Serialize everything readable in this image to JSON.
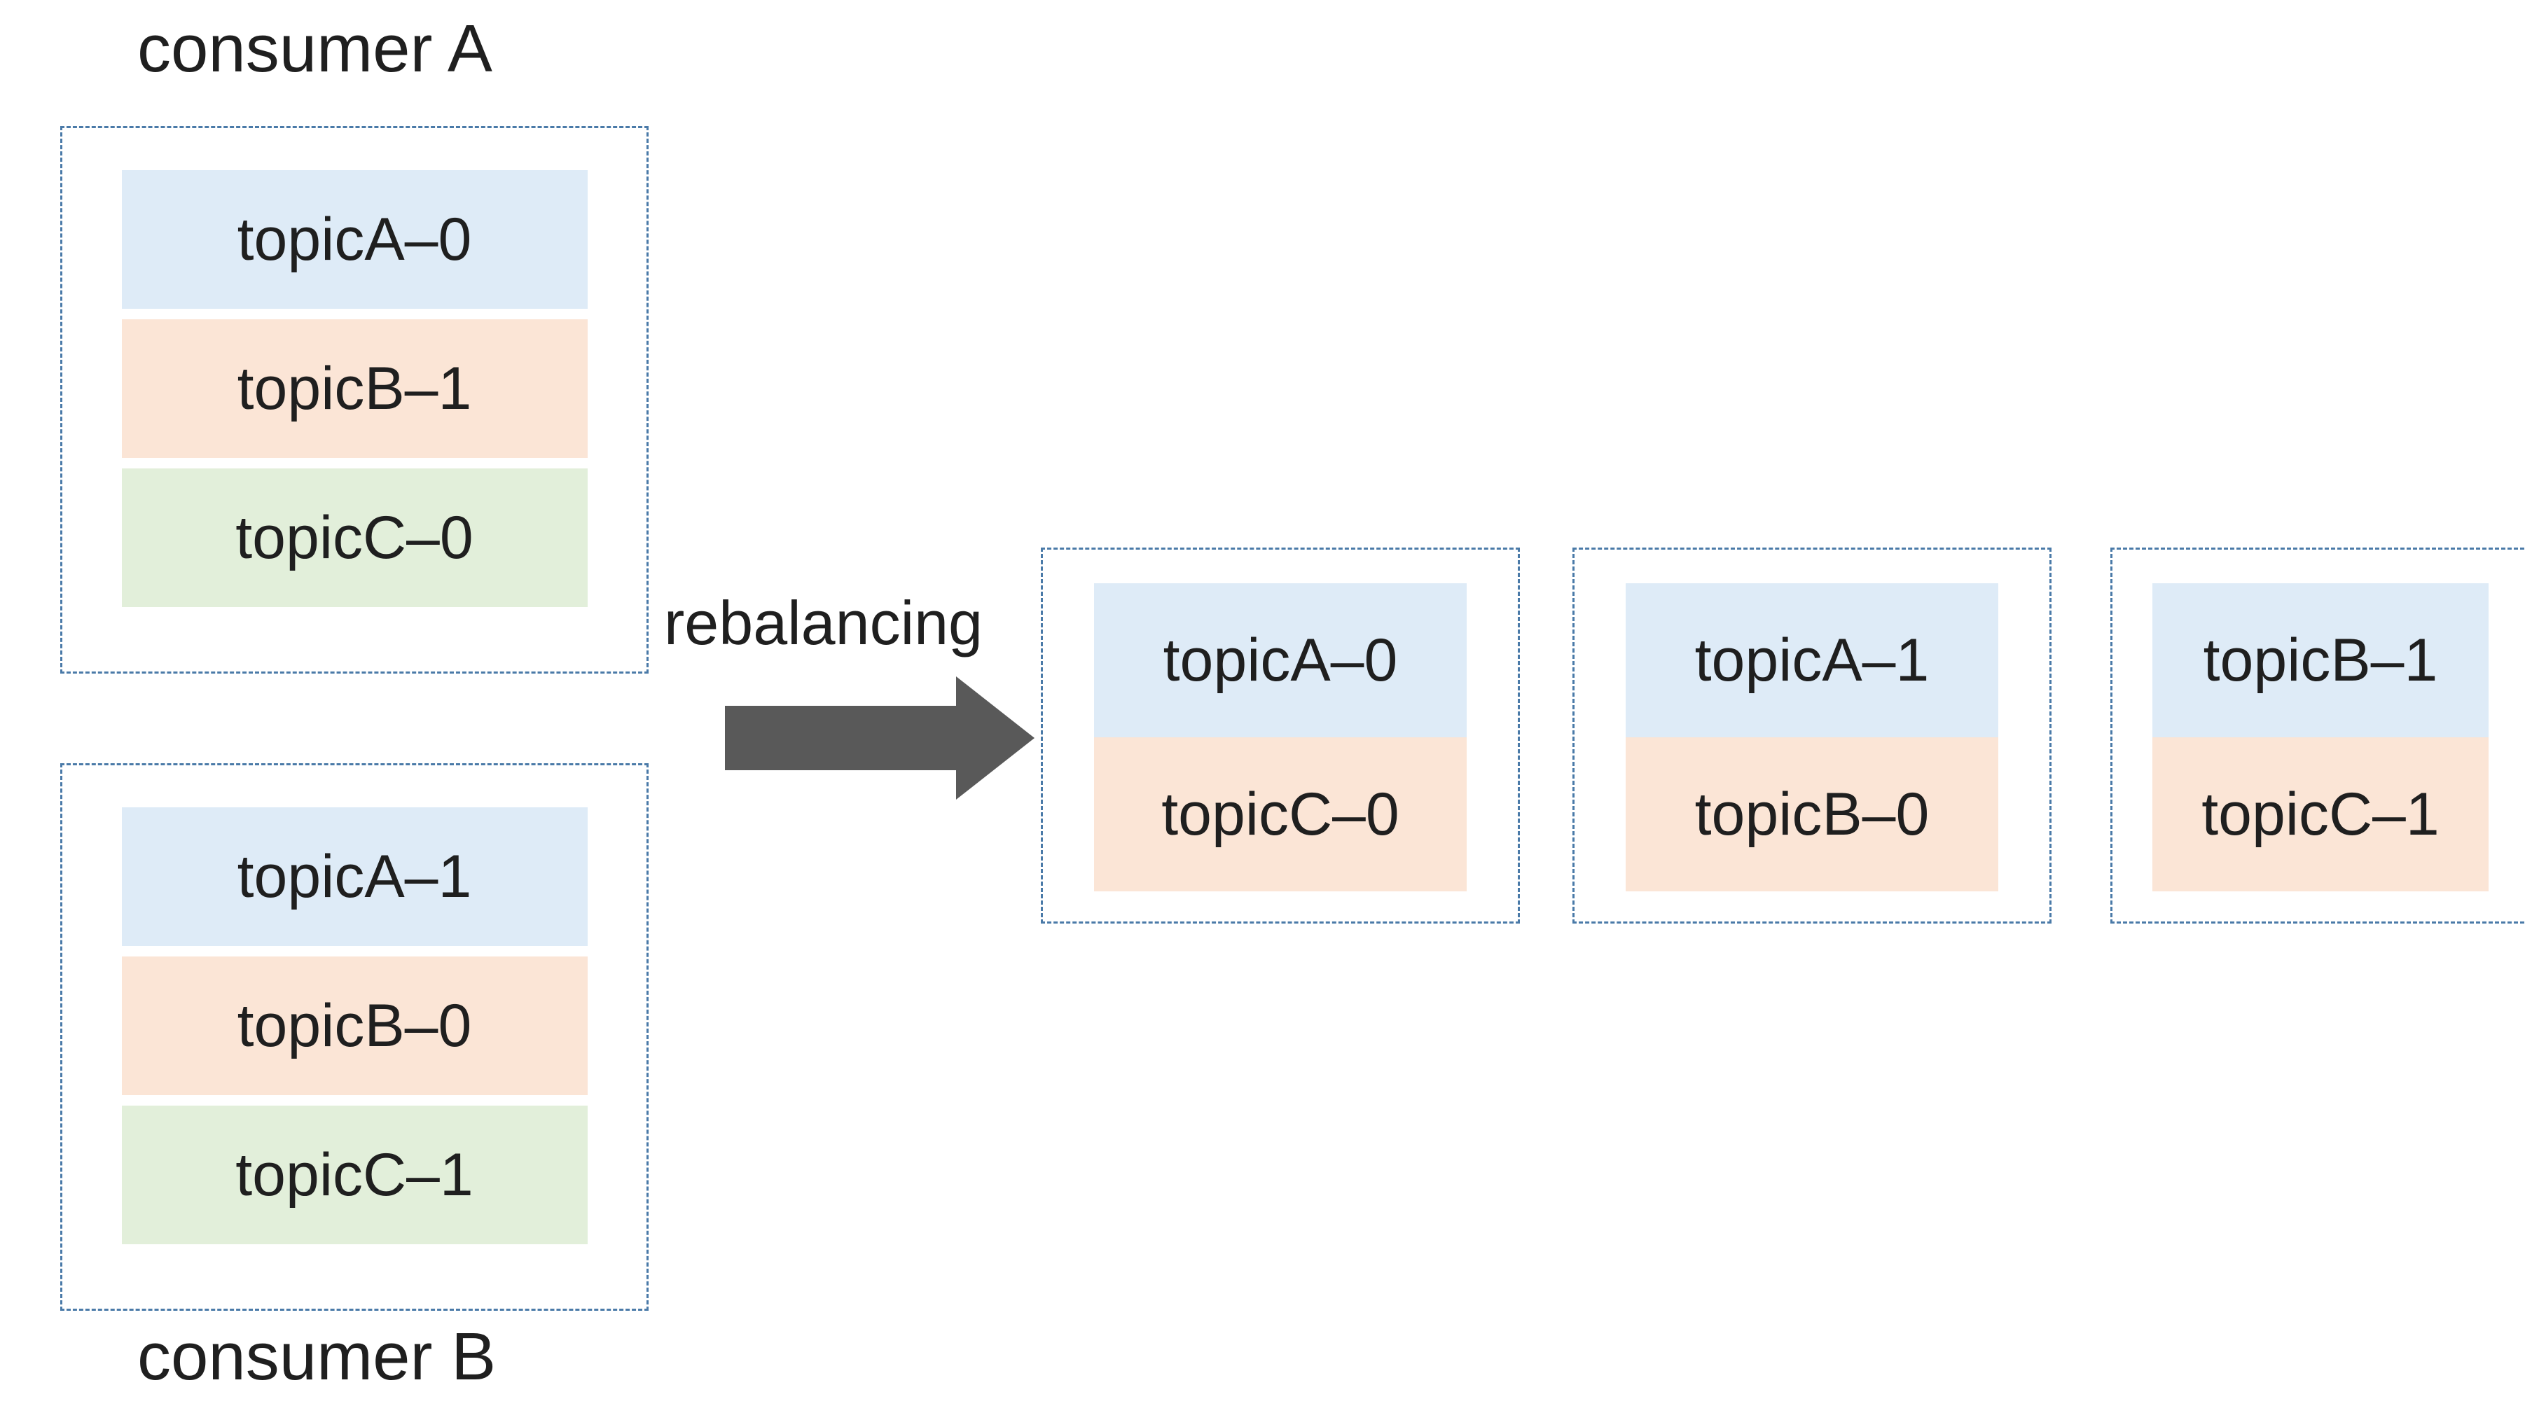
{
  "colors": {
    "text": "#1f1f1f",
    "box-border": "#4a7aa8",
    "arrow-gray": "#595959",
    "partition-blue": "#deebf7",
    "partition-orange": "#fbe5d6",
    "partition-green": "#e2efda"
  },
  "before": {
    "consumer_a": {
      "label": "consumer A",
      "partitions": [
        {
          "label": "topicA–0",
          "color": "#deebf7"
        },
        {
          "label": "topicB–1",
          "color": "#fbe5d6"
        },
        {
          "label": "topicC–0",
          "color": "#e2efda"
        }
      ]
    },
    "consumer_b": {
      "label": "consumer B",
      "partitions": [
        {
          "label": "topicA–1",
          "color": "#deebf7"
        },
        {
          "label": "topicB–0",
          "color": "#fbe5d6"
        },
        {
          "label": "topicC–1",
          "color": "#e2efda"
        }
      ]
    }
  },
  "arrow": {
    "label": "rebalancing"
  },
  "after": {
    "consumers": [
      {
        "partitions": [
          {
            "label": "topicA–0",
            "color": "#deebf7"
          },
          {
            "label": "topicC–0",
            "color": "#fbe5d6"
          }
        ]
      },
      {
        "partitions": [
          {
            "label": "topicA–1",
            "color": "#deebf7"
          },
          {
            "label": "topicB–0",
            "color": "#fbe5d6"
          }
        ]
      },
      {
        "partitions": [
          {
            "label": "topicB–1",
            "color": "#deebf7"
          },
          {
            "label": "topicC–1",
            "color": "#fbe5d6"
          }
        ]
      }
    ]
  }
}
